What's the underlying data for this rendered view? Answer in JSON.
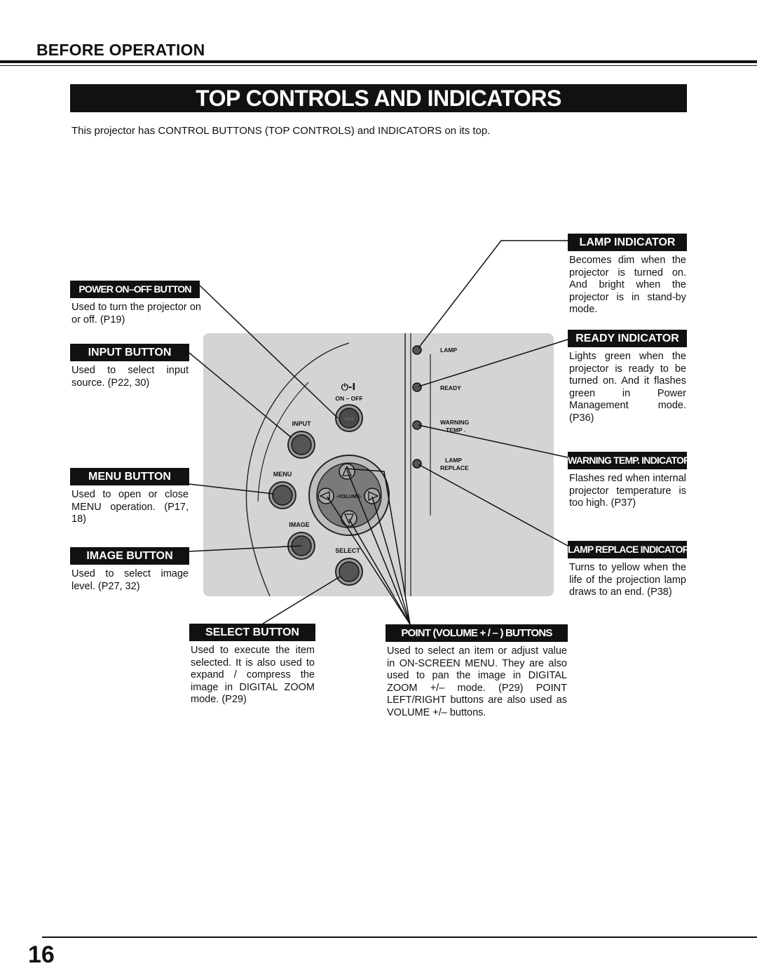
{
  "header": {
    "section": "BEFORE OPERATION"
  },
  "title": "TOP CONTROLS AND INDICATORS",
  "intro": "This projector has CONTROL BUTTONS (TOP CONTROLS) and INDICATORS on its top.",
  "left_callouts": {
    "power": {
      "label": "POWER ON–OFF BUTTON",
      "desc": "Used to turn the projector on or off.  (P19)"
    },
    "input": {
      "label": "INPUT BUTTON",
      "desc": "Used to select input source.  (P22, 30)"
    },
    "menu": {
      "label": "MENU BUTTON",
      "desc": "Used to open or close MENU operation. (P17, 18)"
    },
    "image": {
      "label": "IMAGE BUTTON",
      "desc": "Used to select image level.  (P27, 32)"
    }
  },
  "right_callouts": {
    "lamp": {
      "label": "LAMP INDICATOR",
      "desc": "Becomes dim when the projector is turned on. And bright when the projector is in stand-by mode."
    },
    "ready": {
      "label": "READY INDICATOR",
      "desc": "Lights  green when the projector is ready to be turned on.  And it flashes green in Power Management mode. (P36)"
    },
    "warning": {
      "label": "WARNING TEMP. INDICATOR",
      "desc": "Flashes red when internal projector temperature is too high.  (P37)"
    },
    "replace": {
      "label": "LAMP REPLACE INDICATOR",
      "desc": "Turns to yellow when the life of the projection lamp draws to an end. (P38)"
    }
  },
  "bottom_callouts": {
    "select": {
      "label": "SELECT BUTTON",
      "desc": "Used to execute the item selected.  It is also used to expand / compress the image in DIGITAL ZOOM mode. (P29)"
    },
    "point": {
      "label": "POINT (VOLUME + / – ) BUTTONS",
      "desc": "Used to select an item or adjust value in ON-SCREEN MENU.  They are also used to pan the image in DIGITAL ZOOM +/– mode. (P29) POINT LEFT/RIGHT buttons are also used as VOLUME +/– buttons."
    }
  },
  "panel": {
    "power_symbol": "⏻-I",
    "on_off": "ON – OFF",
    "input": "INPUT",
    "menu": "MENU",
    "image": "IMAGE",
    "select": "SELECT",
    "volume": "-VOLUME-",
    "lamp": "LAMP",
    "ready": "READY",
    "warning_1": "WARNING",
    "warning_2": "TEMP .",
    "replace_1": "LAMP",
    "replace_2": "REPLACE"
  },
  "page_number": "16"
}
